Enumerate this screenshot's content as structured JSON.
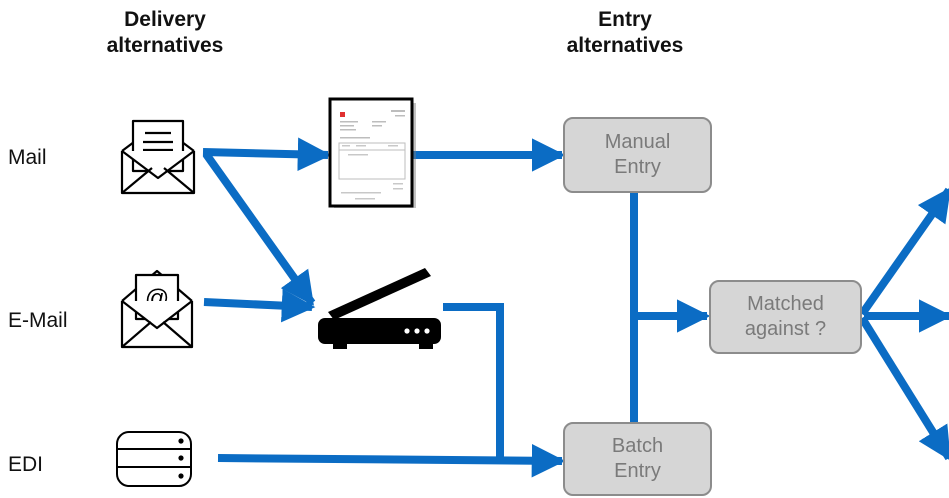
{
  "headers": {
    "delivery": "Delivery alternatives",
    "entry": "Entry alternatives"
  },
  "sources": {
    "mail": "Mail",
    "email": "E-Mail",
    "edi": "EDI"
  },
  "boxes": {
    "manual_entry": "Manual Entry",
    "batch_entry": "Batch Entry",
    "matched": "Matched against ?"
  },
  "colors": {
    "arrow": "#0b6cc4",
    "box_fill": "#d6d6d6",
    "box_border": "#8c8c8c",
    "box_text": "#7a7a7a"
  },
  "icons": [
    "envelope-letter-icon",
    "envelope-at-icon",
    "database-icon",
    "invoice-document-icon",
    "scanner-icon"
  ]
}
